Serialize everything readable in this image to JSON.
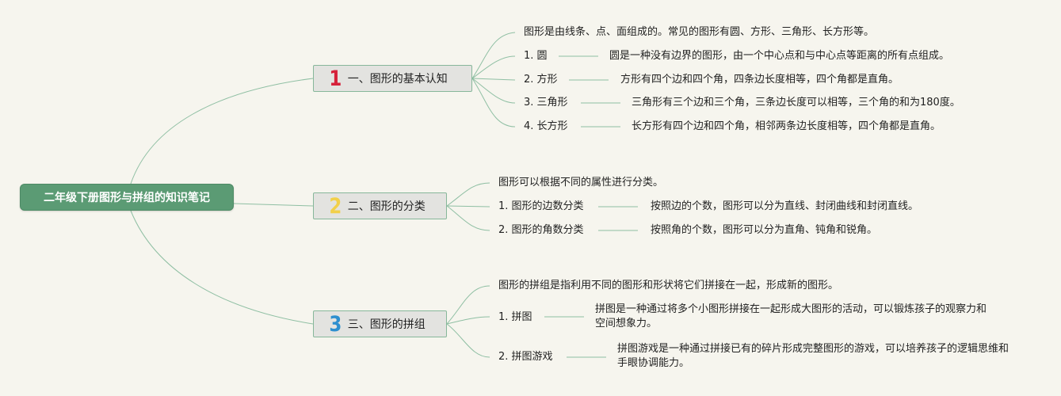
{
  "colors": {
    "background": "#f6f5ee",
    "root_fill": "#5b9b74",
    "branch_fill": "#e3e3e0",
    "connector": "#8fbfa3",
    "num_1": "#d6213a",
    "num_2": "#f2d04a",
    "num_3": "#2d8fcf"
  },
  "root": {
    "title": "二年级下册图形与拼组的知识笔记"
  },
  "branches": [
    {
      "num": "1",
      "title": "一、图形的基本认知",
      "intro": "图形是由线条、点、面组成的。常见的图形有圆、方形、三角形、长方形等。",
      "items": [
        {
          "label": "1. 圆",
          "detail": "圆是一种没有边界的图形，由一个中心点和与中心点等距离的所有点组成。"
        },
        {
          "label": "2. 方形",
          "detail": "方形有四个边和四个角，四条边长度相等，四个角都是直角。"
        },
        {
          "label": "3. 三角形",
          "detail": "三角形有三个边和三个角，三条边长度可以相等，三个角的和为180度。"
        },
        {
          "label": "4. 长方形",
          "detail": "长方形有四个边和四个角，相邻两条边长度相等，四个角都是直角。"
        }
      ]
    },
    {
      "num": "2",
      "title": "二、图形的分类",
      "intro": "图形可以根据不同的属性进行分类。",
      "items": [
        {
          "label": "1. 图形的边数分类",
          "detail": "按照边的个数，图形可以分为直线、封闭曲线和封闭直线。"
        },
        {
          "label": "2. 图形的角数分类",
          "detail": "按照角的个数，图形可以分为直角、钝角和锐角。"
        }
      ]
    },
    {
      "num": "3",
      "title": "三、图形的拼组",
      "intro": "图形的拼组是指利用不同的图形和形状将它们拼接在一起，形成新的图形。",
      "items": [
        {
          "label": "1. 拼图",
          "detail": "拼图是一种通过将多个小图形拼接在一起形成大图形的活动，可以锻炼孩子的观察力和空间想象力。"
        },
        {
          "label": "2. 拼图游戏",
          "detail": "拼图游戏是一种通过拼接已有的碎片形成完整图形的游戏，可以培养孩子的逻辑思维和手眼协调能力。"
        }
      ]
    }
  ]
}
